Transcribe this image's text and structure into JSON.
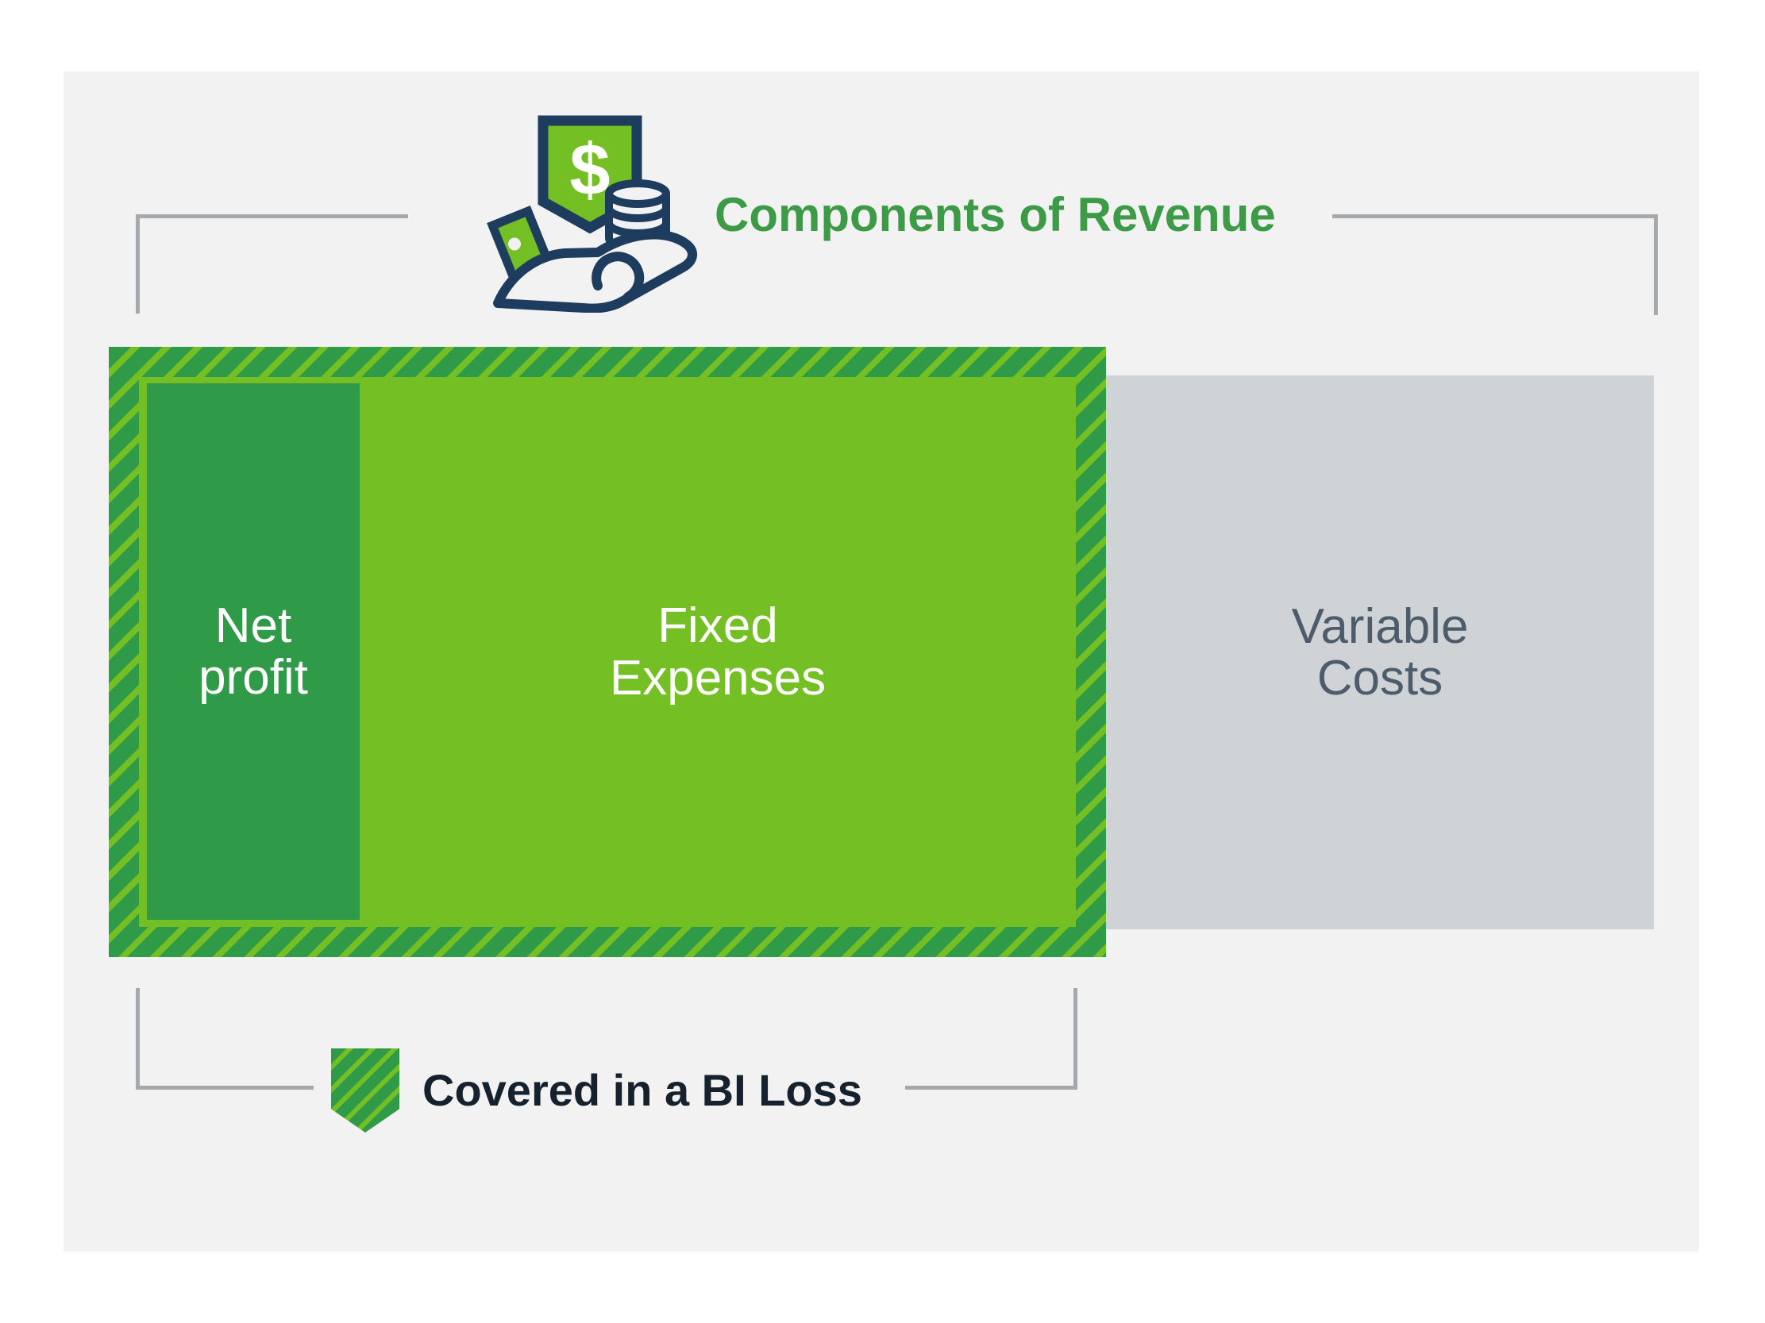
{
  "title": {
    "text": "Components of Revenue"
  },
  "segments": {
    "net_profit": {
      "line1": "Net",
      "line2": "profit"
    },
    "fixed_expenses": {
      "line1": "Fixed",
      "line2": "Expenses"
    },
    "variable_costs": {
      "line1": "Variable",
      "line2": "Costs"
    }
  },
  "legend": {
    "label": "Covered in a BI Loss"
  },
  "icons": {
    "header": "money-in-hand-icon",
    "legend_swatch": "hatched-shield-icon",
    "dollar_sign": "$"
  },
  "colors": {
    "page_bg": "#ffffff",
    "panel_bg": "#f2f2f2",
    "green_dark": "#2f9a47",
    "green_light": "#74bf23",
    "gray_box": "#d0d3d6",
    "title_green": "#3d9b47",
    "slate_text": "#4d5c6b",
    "navy_text": "#15222e",
    "bracket_gray": "#a6a9ab",
    "icon_navy": "#1d3c5e",
    "white": "#ffffff"
  }
}
